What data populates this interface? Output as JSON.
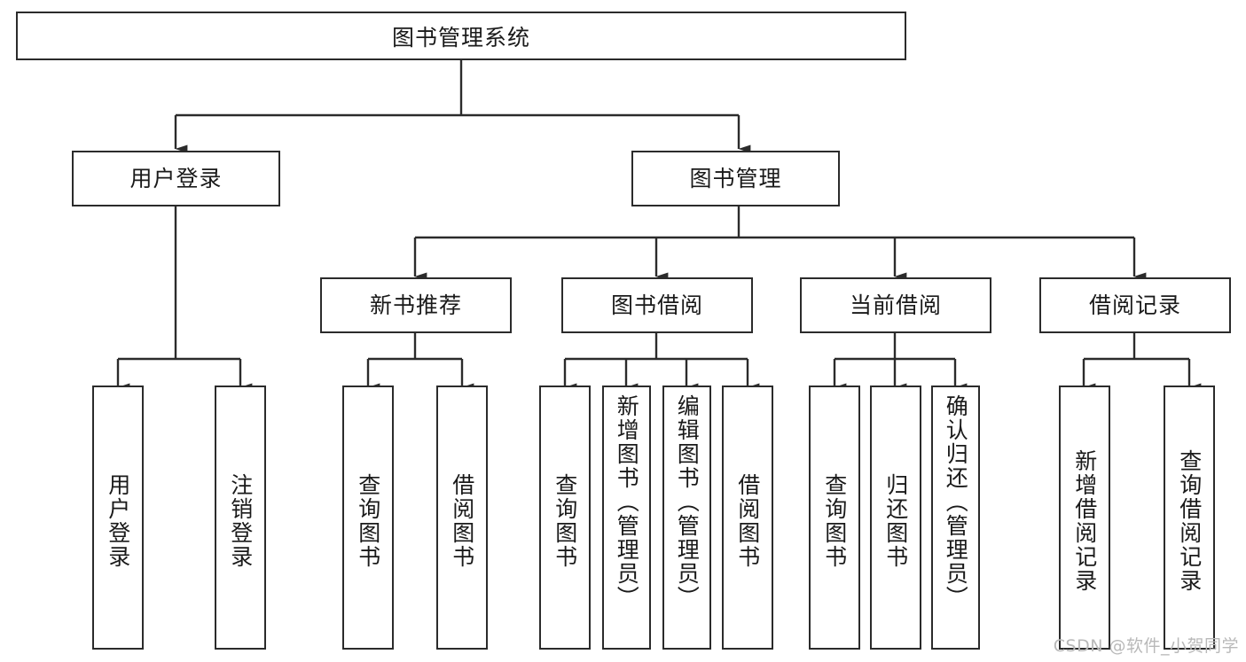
{
  "diagram": {
    "title": "图书管理系统",
    "type": "tree",
    "watermark": "CSDN @软件_小贺同学",
    "colors": {
      "background": "#ffffff",
      "node_border": "#2b2b2b",
      "node_fill": "#ffffff",
      "edge": "#2b2b2b",
      "text": "#1a1a1a",
      "watermark": "#b9b9b9"
    },
    "levels": {
      "root": {
        "label": "图书管理系统"
      },
      "level2": [
        {
          "id": "user-login",
          "label": "用户登录"
        },
        {
          "id": "book-manage",
          "label": "图书管理"
        }
      ],
      "level3": [
        {
          "id": "new-book-recommend",
          "label": "新书推荐",
          "parent": "book-manage"
        },
        {
          "id": "book-borrow",
          "label": "图书借阅",
          "parent": "book-manage"
        },
        {
          "id": "current-borrow",
          "label": "当前借阅",
          "parent": "book-manage"
        },
        {
          "id": "borrow-record",
          "label": "借阅记录",
          "parent": "book-manage"
        }
      ],
      "leaves": [
        {
          "id": "leaf-user-login",
          "label": "用户登录",
          "parent": "user-login"
        },
        {
          "id": "leaf-logout",
          "label": "注销登录",
          "parent": "user-login"
        },
        {
          "id": "leaf-query-book-1",
          "label": "查询图书",
          "parent": "new-book-recommend"
        },
        {
          "id": "leaf-borrow-book-1",
          "label": "借阅图书",
          "parent": "new-book-recommend"
        },
        {
          "id": "leaf-query-book-2",
          "label": "查询图书",
          "parent": "book-borrow"
        },
        {
          "id": "leaf-add-book",
          "label": "新增图书（管理员）",
          "parent": "book-borrow"
        },
        {
          "id": "leaf-edit-book",
          "label": "编辑图书（管理员）",
          "parent": "book-borrow"
        },
        {
          "id": "leaf-borrow-book-2",
          "label": "借阅图书",
          "parent": "book-borrow"
        },
        {
          "id": "leaf-query-book-3",
          "label": "查询图书",
          "parent": "current-borrow"
        },
        {
          "id": "leaf-return-book",
          "label": "归还图书",
          "parent": "current-borrow"
        },
        {
          "id": "leaf-confirm-return",
          "label": "确认归还（管理员）",
          "parent": "current-borrow"
        },
        {
          "id": "leaf-add-record",
          "label": "新增借阅记录",
          "parent": "borrow-record"
        },
        {
          "id": "leaf-query-record",
          "label": "查询借阅记录",
          "parent": "borrow-record"
        }
      ]
    }
  }
}
